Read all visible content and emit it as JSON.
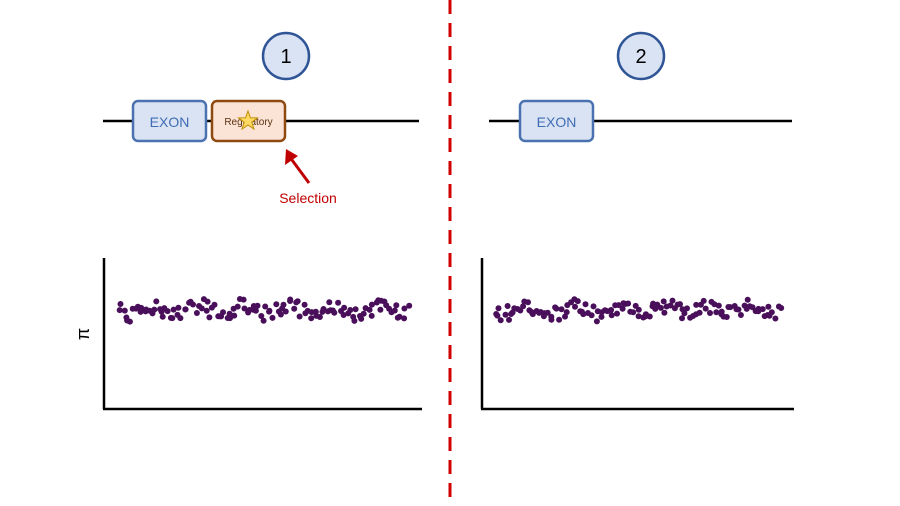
{
  "colors": {
    "line": "#000000",
    "exon_fill": "#dae3f3",
    "exon_stroke": "#4a72b0",
    "exon_text": "#3e6cb5",
    "regulatory_fill": "#fbe3d5",
    "regulatory_stroke": "#8f4a12",
    "regulatory_text": "#5a3210",
    "star_fill": "#ffd966",
    "star_stroke": "#bf9000",
    "circle_fill": "#dae3f3",
    "circle_stroke": "#2f5597",
    "divider": "#d00000",
    "selection": "#c00000",
    "dots": "#4a0f5a"
  },
  "panels": [
    {
      "number": "1",
      "exon_label": "EXON",
      "regulatory_label": "Regulatory",
      "selection_label": "Selection",
      "y_axis_label": "π"
    },
    {
      "number": "2",
      "exon_label": "EXON"
    }
  ]
}
